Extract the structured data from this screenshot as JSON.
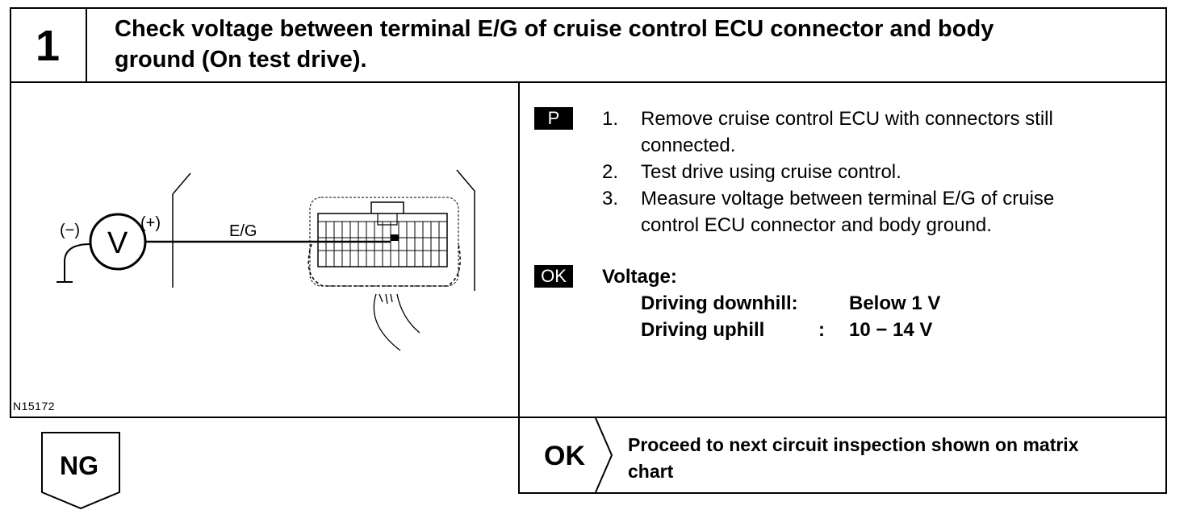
{
  "header": {
    "step_number": "1",
    "title_line1": "Check voltage between terminal E/G of cruise control ECU connector and body",
    "title_line2": "ground (On test drive)."
  },
  "diagram": {
    "negative_label": "(−)",
    "positive_label": "(+)",
    "meter_symbol": "V",
    "terminal_label": "E/G",
    "figure_id": "N15172"
  },
  "procedure": {
    "tag": "P",
    "steps": [
      {
        "num": "1.",
        "line1": "Remove cruise control ECU with connectors still",
        "line2": "connected."
      },
      {
        "num": "2.",
        "line1": "Test drive using cruise control.",
        "line2": ""
      },
      {
        "num": "3.",
        "line1": "Measure voltage between terminal E/G of cruise",
        "line2": "control ECU connector and body ground."
      }
    ]
  },
  "ok_spec": {
    "tag": "OK",
    "heading": "Voltage:",
    "rows": [
      {
        "condition": "Driving downhill:",
        "value": "Below 1 V"
      },
      {
        "condition": "Driving uphill",
        "separator": ":",
        "value": "10 − 14 V"
      }
    ]
  },
  "result_ok": {
    "label": "OK",
    "text_line1": "Proceed to next circuit inspection shown on matrix",
    "text_line2": "chart"
  },
  "result_ng": {
    "label": "NG"
  }
}
